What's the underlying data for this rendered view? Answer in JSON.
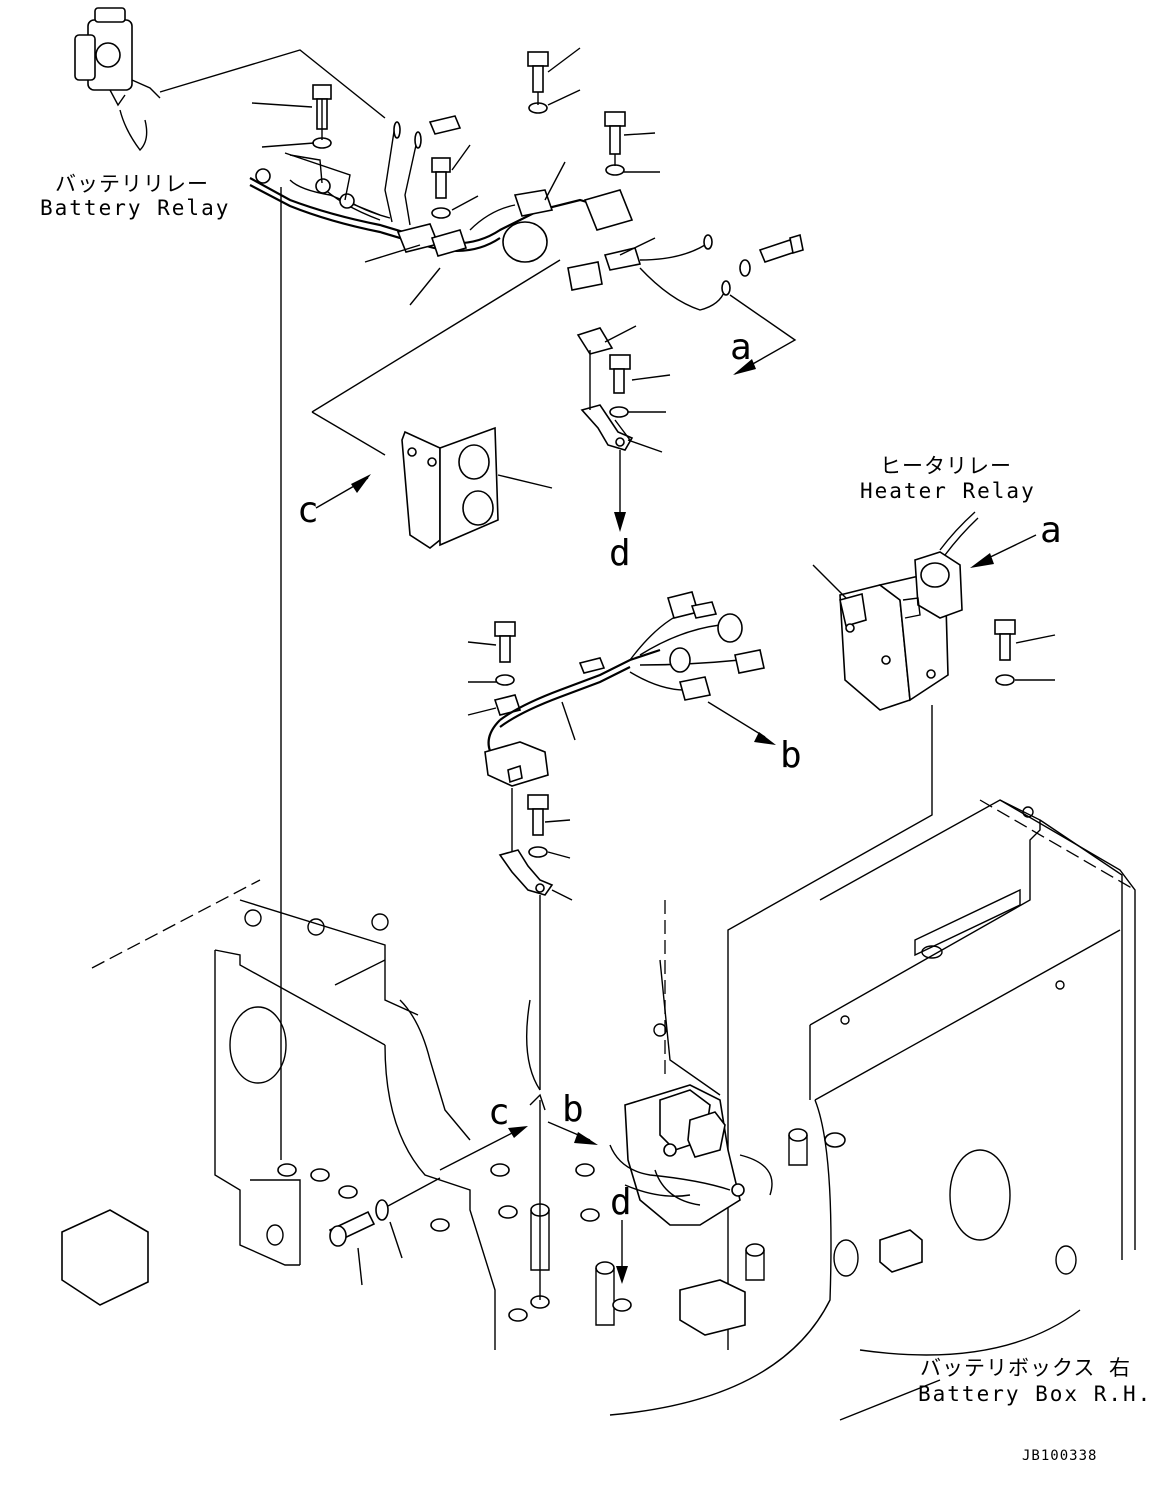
{
  "callouts": {
    "battery_relay": {
      "jp": "バッテリリレー",
      "en": "Battery Relay"
    },
    "heater_relay": {
      "jp": "ヒータリレー",
      "en": "Heater Relay"
    },
    "battery_box": {
      "jp": "バッテリボックス 右",
      "en": "Battery Box R.H."
    }
  },
  "view_markers": {
    "a_top": "a",
    "a_heater": "a",
    "b_harness": "b",
    "b_box": "b",
    "c_bracket": "c",
    "c_box": "c",
    "d_clamp": "d",
    "d_box": "d"
  },
  "drawing_code": "JB100338",
  "colors": {
    "line": "#000000",
    "background": "#ffffff"
  }
}
